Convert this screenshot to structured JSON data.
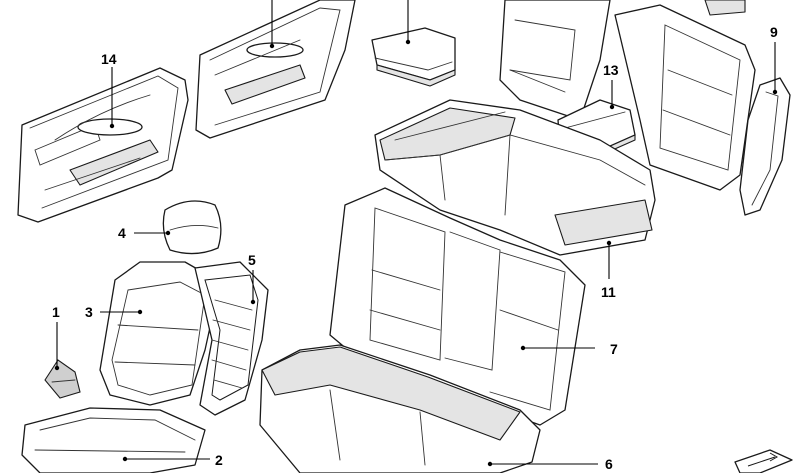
{
  "callouts": [
    {
      "id": "c1",
      "label": "1"
    },
    {
      "id": "c2",
      "label": "2"
    },
    {
      "id": "c3",
      "label": "3"
    },
    {
      "id": "c4",
      "label": "4"
    },
    {
      "id": "c5",
      "label": "5"
    },
    {
      "id": "c6",
      "label": "6"
    },
    {
      "id": "c7",
      "label": "7"
    },
    {
      "id": "c9",
      "label": "9"
    },
    {
      "id": "c11",
      "label": "11"
    },
    {
      "id": "c13",
      "label": "13"
    },
    {
      "id": "c14",
      "label": "14"
    }
  ],
  "icons": [
    "corner-arrow-icon"
  ]
}
